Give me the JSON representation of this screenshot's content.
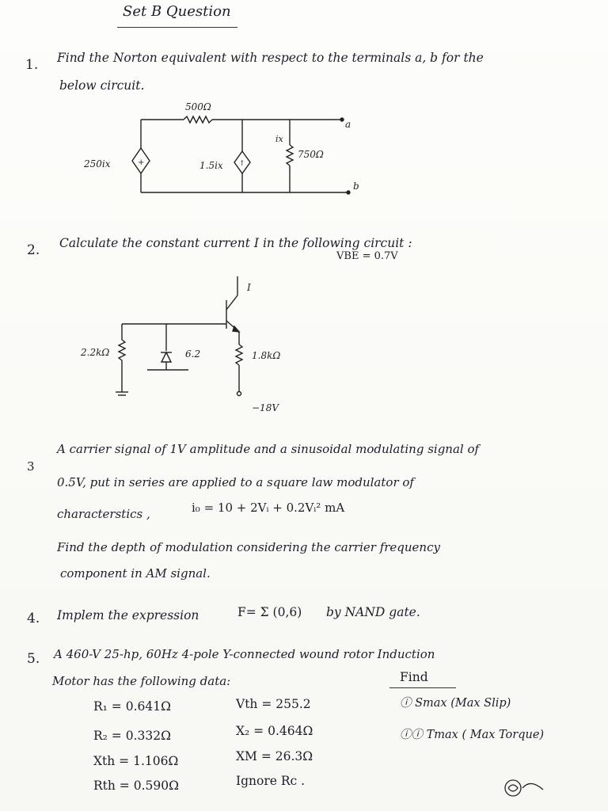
{
  "header": {
    "title": "Set B Question"
  },
  "q1": {
    "number": "1.",
    "line1": "Find the Norton equivalent with respect to the terminals a, b for the",
    "line2": "below circuit.",
    "circuit": {
      "r_top": "500Ω",
      "src_left": "250ix",
      "src_mid": "1.5ix",
      "ix": "ix",
      "r_right": "750Ω",
      "term_a": "a",
      "term_b": "b"
    }
  },
  "q2": {
    "number": "2.",
    "line1": "Calculate the constant current I in the following circuit :",
    "vbe": "VBE = 0.7V",
    "circuit": {
      "current": "I",
      "r_left": "2.2kΩ",
      "zener": "6.2",
      "r_right": "1.8kΩ",
      "supply": "−18V"
    }
  },
  "q3": {
    "number": "3",
    "line1": "A carrier signal of 1V amplitude and a sinusoidal modulating signal of",
    "line2": "0.5V, put in series are applied to a square law modulator of",
    "line3a": "characterstics ,",
    "equation": "i₀ = 10 + 2Vᵢ + 0.2Vᵢ² mA",
    "line4": "Find the depth of modulation considering the carrier frequency",
    "line5": "component in AM signal."
  },
  "q4": {
    "number": "4.",
    "line1a": "Implem the expression",
    "expr": "F= Σ (0,6)",
    "line1b": "by NAND gate."
  },
  "q5": {
    "number": "5.",
    "line1": "A 460-V 25-hp, 60Hz 4-pole Y-connected wound rotor Induction",
    "line2": "Motor has the following data:",
    "find": "Find",
    "col1": [
      "R₁ = 0.641Ω",
      "R₂ = 0.332Ω",
      "Xth = 1.106Ω",
      "Rth = 0.590Ω"
    ],
    "col2": [
      "Vth = 255.2",
      "X₂ = 0.464Ω",
      "XM = 26.3Ω",
      "Ignore Rc ."
    ],
    "find_items": [
      "ⓘ Smax (Max Slip)",
      "ⓘⓘ Tmax ( Max Torque)"
    ]
  }
}
